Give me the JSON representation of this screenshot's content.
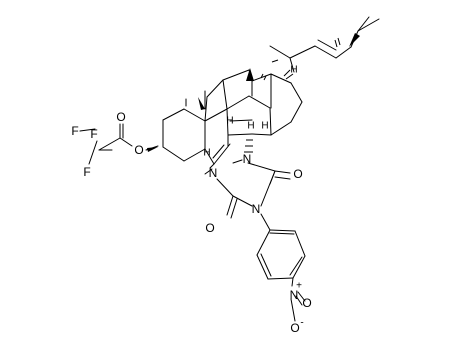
{
  "atom_labels": {
    "F": "F",
    "O": "O",
    "N": "N",
    "H": "H",
    "plus": "+",
    "minus": "-"
  },
  "colors": {
    "ink": "#000000",
    "oxygen": "#ff0000",
    "nitrogen": "#0000ff",
    "hydrogen": "#000000",
    "background": "#ffffff"
  }
}
